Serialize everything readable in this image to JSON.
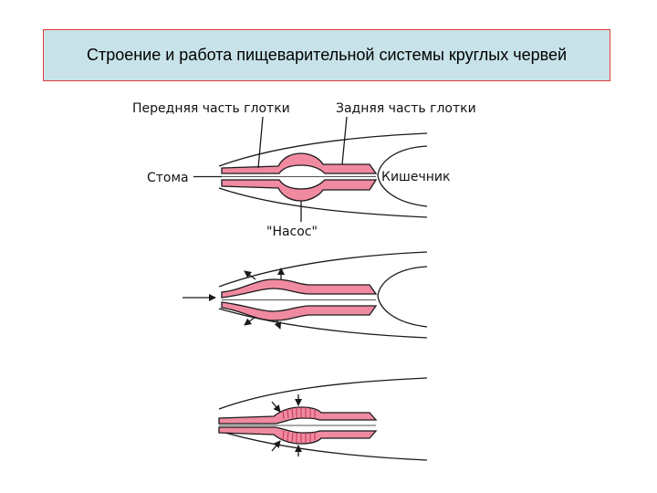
{
  "title": "Строение и работа пищеварительной системы круглых червей",
  "labels": {
    "anterior_pharynx": "Передняя часть глотки",
    "posterior_pharynx": "Задняя часть глотки",
    "stoma": "Стома",
    "intestine": "Кишечник",
    "pump": "\"Насос\""
  },
  "colors": {
    "pharynx": "#f08aa0",
    "outline": "#1a1a1a",
    "title_bg": "#c7e3e9",
    "title_border": "#e33a3a"
  }
}
